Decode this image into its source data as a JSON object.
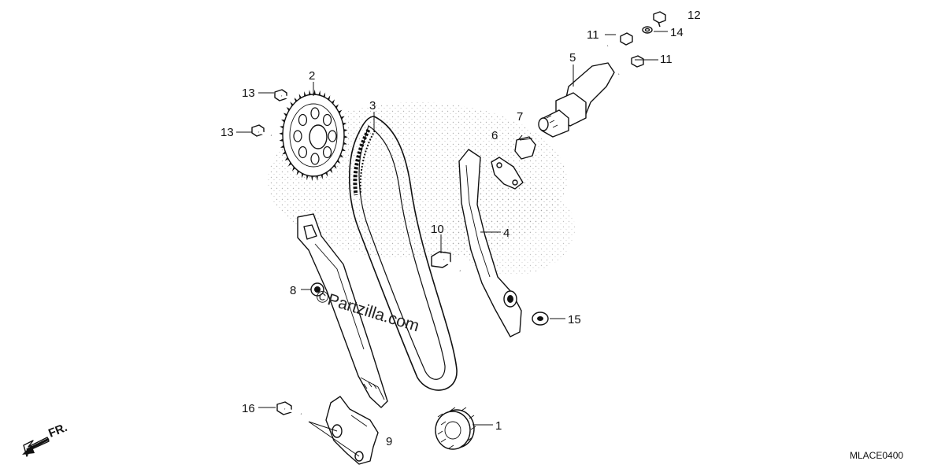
{
  "callouts": {
    "c1": "1",
    "c2": "2",
    "c3": "3",
    "c4": "4",
    "c5": "5",
    "c6": "6",
    "c7": "7",
    "c8": "8",
    "c9": "9",
    "c10": "10",
    "c11a": "11",
    "c11b": "11",
    "c12": "12",
    "c13a": "13",
    "c13b": "13",
    "c14": "14",
    "c15": "15",
    "c16": "16"
  },
  "watermark": "©Partzilla.com",
  "front_indicator": "FR.",
  "diagram_code": "MLACE0400",
  "icons": {
    "front_arrow": "arrow-down-left-icon"
  }
}
